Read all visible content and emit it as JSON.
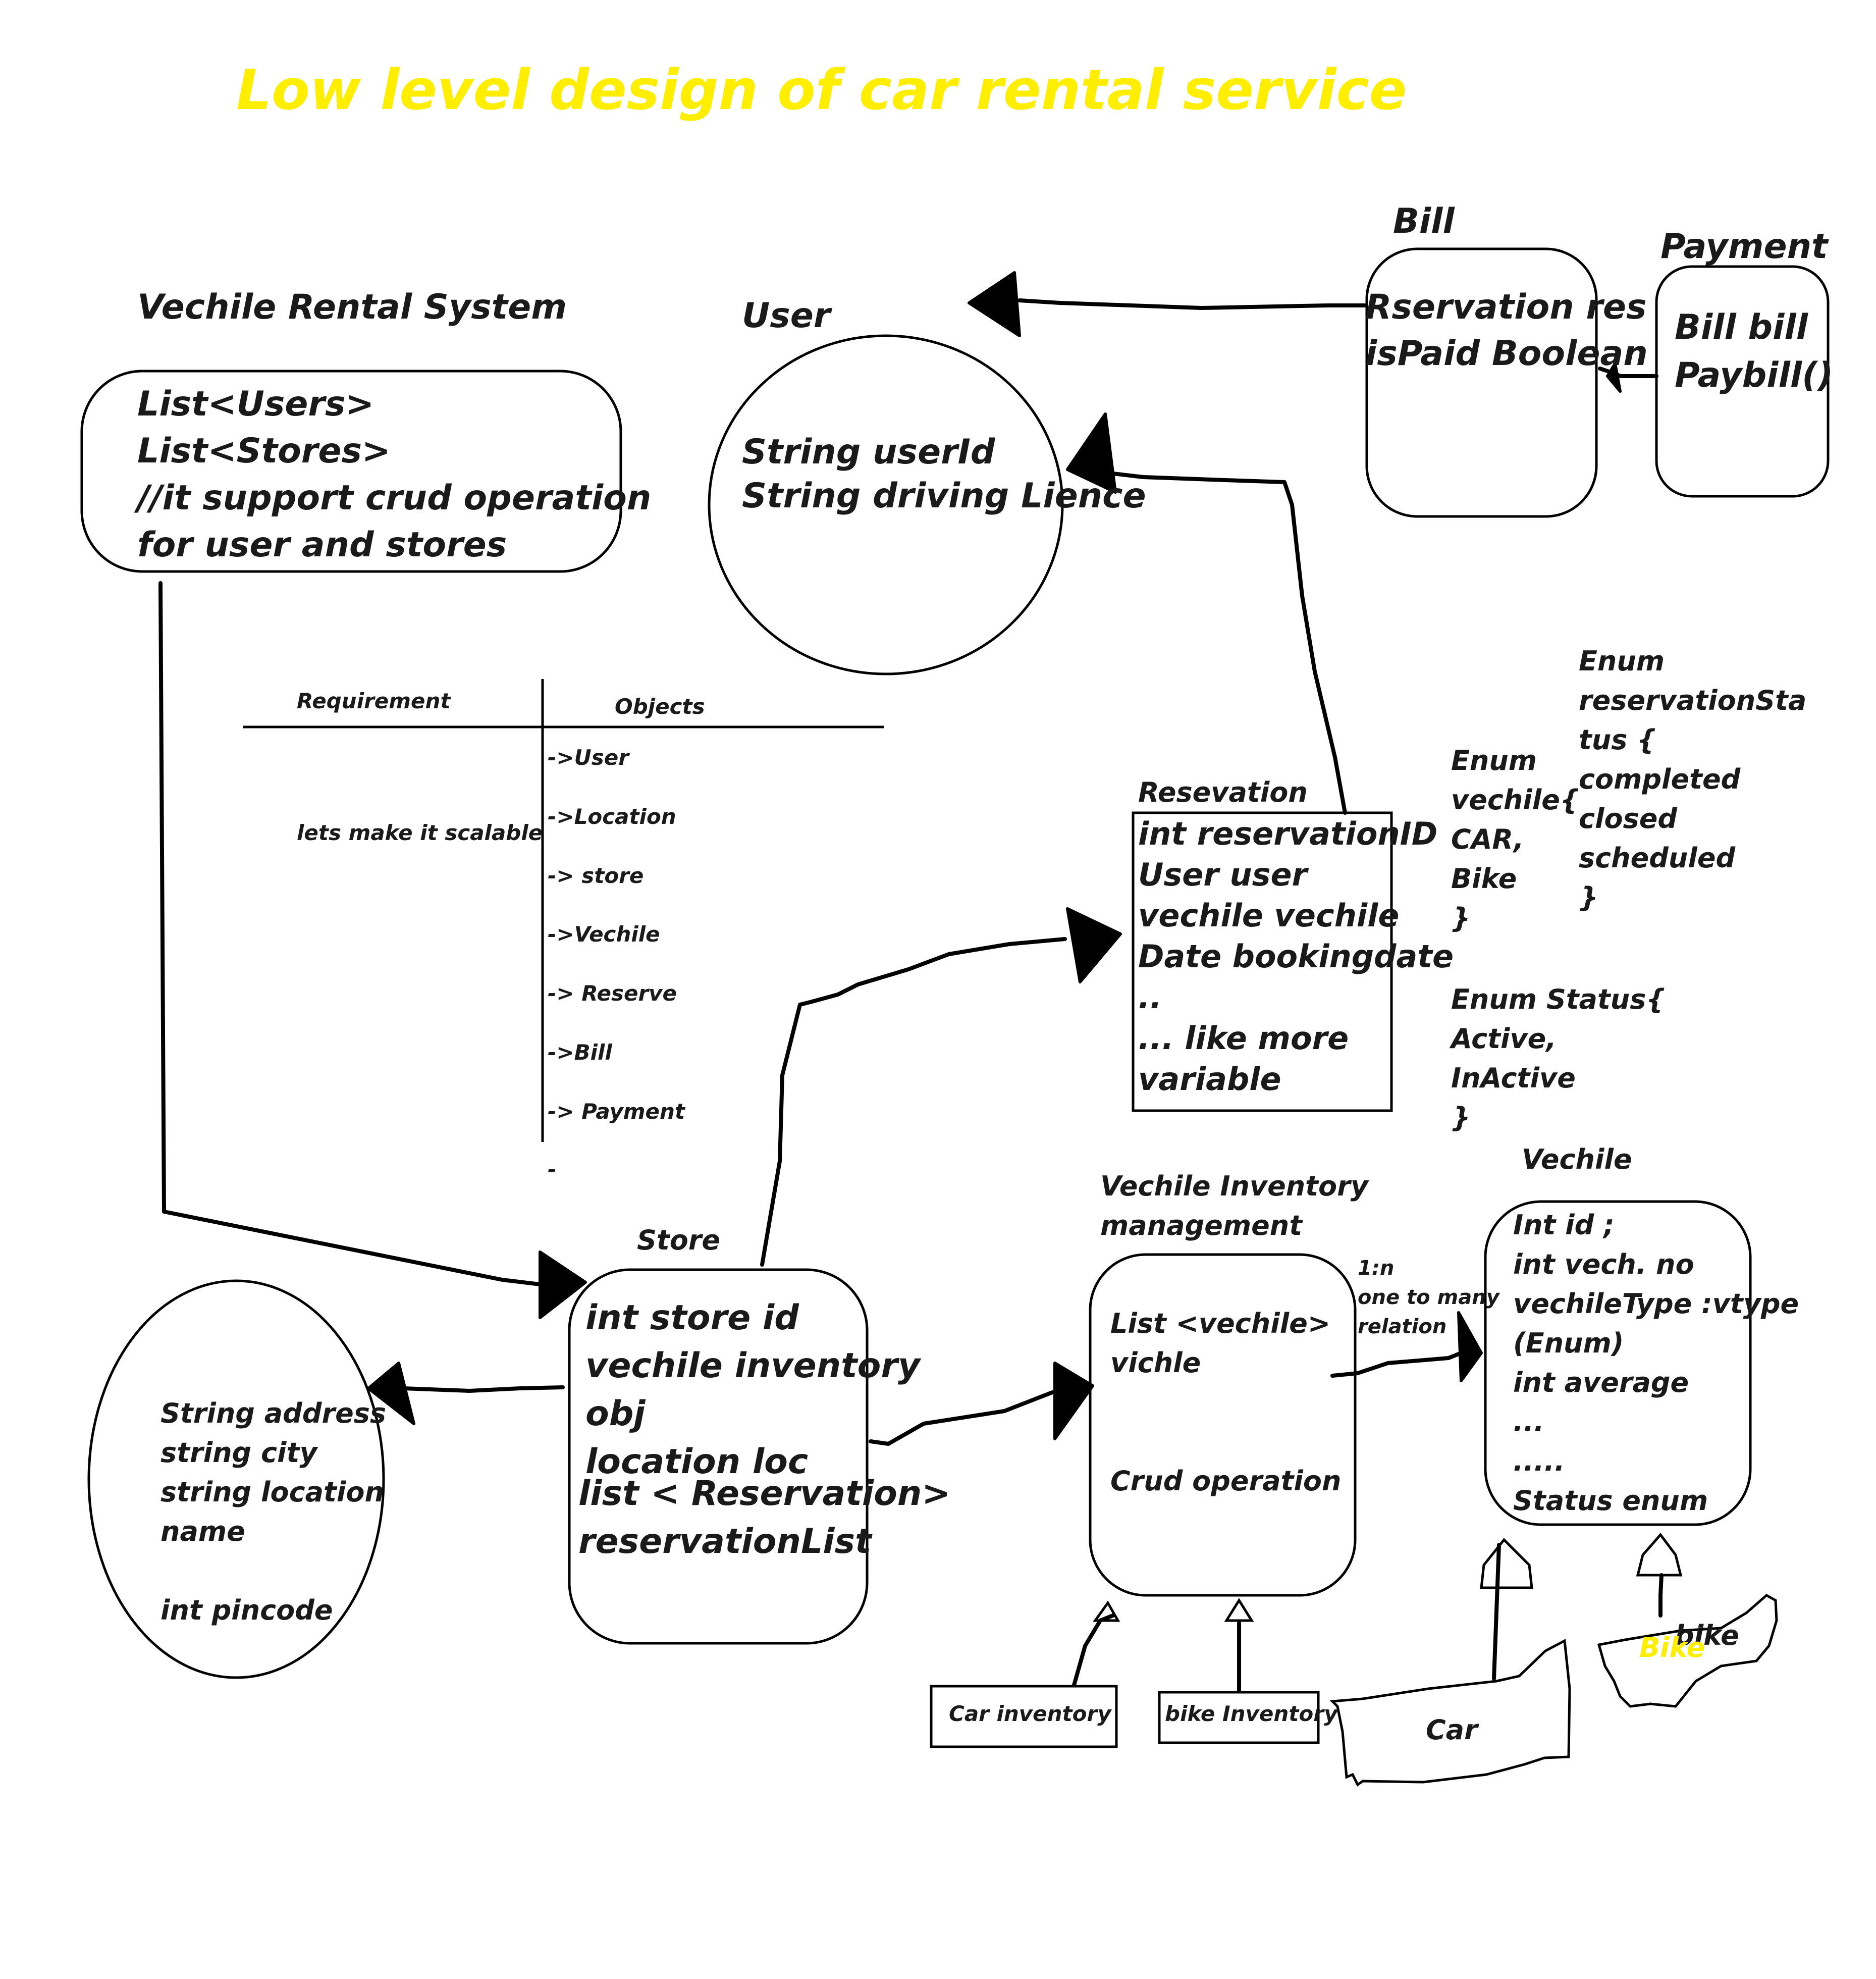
{
  "title": "Low level design of car rental service",
  "rental_system": {
    "heading": "Vechile Rental System",
    "lines": [
      "List<Users>",
      "List<Stores>",
      "//it support crud operation",
      "for user and stores"
    ]
  },
  "user": {
    "heading": "User",
    "lines": [
      "String userId",
      "String driving Lience"
    ]
  },
  "bill": {
    "heading": "Bill",
    "lines": [
      "Rservation res",
      "isPaid Boolean"
    ]
  },
  "payment": {
    "heading": "Payment",
    "lines": [
      "Bill bill",
      "Paybill()"
    ]
  },
  "requirements_table": {
    "col1_header": "Requirement",
    "col2_header": "Objects",
    "note": "lets make it scalable",
    "objects": [
      "->User",
      "->Location",
      "-> store",
      "->Vechile",
      "-> Reserve",
      "->Bill",
      "-> Payment",
      "-"
    ]
  },
  "reservation": {
    "heading": "Resevation",
    "lines": [
      "int reservationID",
      "User user",
      "vechile vechile",
      "Date bookingdate",
      "..",
      "... like more",
      "variable"
    ]
  },
  "enum_vehicle": {
    "lines": [
      "Enum",
      "vechile{",
      "CAR,",
      "Bike",
      "}"
    ]
  },
  "enum_reservation_status": {
    "lines": [
      "Enum",
      "reservationSta",
      "tus {",
      "completed",
      "closed",
      "scheduled",
      "}"
    ]
  },
  "enum_status": {
    "lines": [
      "Enum Status{",
      "Active,",
      "InActive",
      "}"
    ]
  },
  "location": {
    "lines": [
      "String address",
      "string city",
      "string location",
      "name",
      "",
      "int pincode"
    ]
  },
  "store": {
    "heading": "Store",
    "lines": [
      "int store id",
      "vechile inventory",
      "obj",
      "location loc"
    ],
    "lines2": [
      "list < Reservation>",
      "reservationList"
    ]
  },
  "inventory": {
    "heading": [
      "Vechile Inventory",
      "management"
    ],
    "lines": [
      "List <vechile>",
      "vichle"
    ],
    "crud": "Crud operation"
  },
  "relation": {
    "lines": [
      "1:n",
      "one to many",
      "relation"
    ]
  },
  "vehicle": {
    "heading": "Vechile",
    "lines": [
      "Int id ;",
      "int vech. no",
      "vechileType :vtype",
      "(Enum)",
      "int average",
      "...",
      ".....",
      "Status enum"
    ]
  },
  "car_inventory": "Car inventory",
  "bike_inventory": "bike Inventory",
  "car": "Car",
  "bike": "bike",
  "bike_overlay": "Bike",
  "colors": {
    "title": "#ffee00",
    "ink": "#1a1a1a"
  }
}
